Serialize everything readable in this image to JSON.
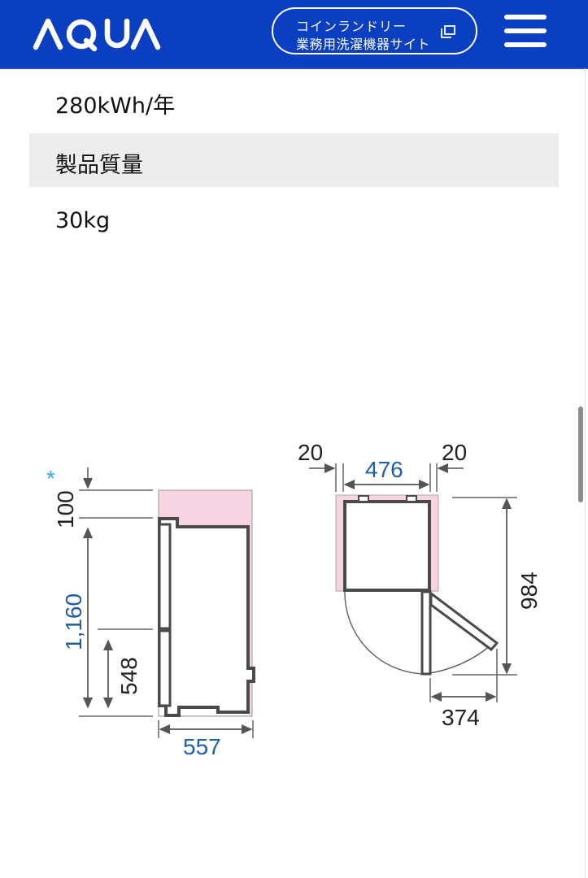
{
  "header": {
    "brand": "AQUA",
    "background_color": "#0a3fc2",
    "external_link": {
      "line1": "コインランドリー",
      "line2": "業務用洗濯機器サイト",
      "icon": "external-window-icon"
    },
    "menu_icon": "hamburger-menu-icon"
  },
  "specs": {
    "annual_power_value": "280kWh/年",
    "weight_label": "製品質量",
    "weight_value": "30kg"
  },
  "dimension_diagram": {
    "side_view": {
      "top_clearance": "100",
      "top_clearance_mark": "*",
      "height": "1,160",
      "lower_height": "548",
      "depth": "557"
    },
    "top_view": {
      "left_gap": "20",
      "right_gap": "20",
      "width": "476",
      "door_open_depth": "984",
      "door_swing": "374"
    },
    "colors": {
      "accent_blue": "#1f5fa8",
      "clearance_pink": "#f6d4e2",
      "outline": "#4a4a4a",
      "asterisk": "#3aa8d8"
    }
  }
}
